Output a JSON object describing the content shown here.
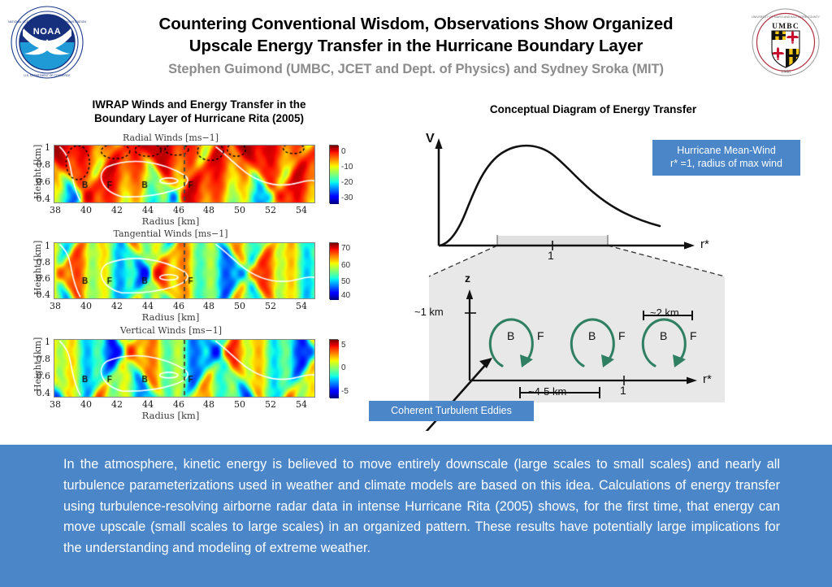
{
  "header": {
    "title_line1": "Countering Conventional Wisdom, Observations Show Organized",
    "title_line2": "Upscale Energy Transfer in the Hurricane Boundary Layer",
    "authors": "Stephen Guimond (UMBC, JCET and Dept. of Physics) and Sydney Sroka (MIT)",
    "noaa_logo_alt": "NOAA",
    "noaa_ring_top": "NATIONAL OCEANIC AND ATMOSPHERIC ADMINISTRATION",
    "noaa_ring_bottom": "U.S. DEPARTMENT OF COMMERCE",
    "umbc_logo_alt": "UMBC",
    "umbc_ring_top": "UNIVERSITY OF MARYLAND BALTIMORE COUNTY",
    "umbc_year": "1966"
  },
  "left_section": {
    "heading_line1": "IWRAP Winds and Energy Transfer in the",
    "heading_line2": "Boundary Layer of Hurricane Rita (2005)"
  },
  "right_section": {
    "heading": "Conceptual Diagram of Energy Transfer"
  },
  "chart_data": [
    {
      "type": "heatmap",
      "title": "Radial Winds [ms−1]",
      "xlabel": "Radius [km]",
      "ylabel": "Height [km]",
      "xlim": [
        38,
        55
      ],
      "ylim": [
        0.4,
        1.0
      ],
      "xticks": [
        "38",
        "40",
        "42",
        "44",
        "46",
        "48",
        "50",
        "52",
        "54"
      ],
      "yticks": [
        "1",
        "0.8",
        "0.6",
        "0.4"
      ],
      "colorbar": {
        "ticks": [
          "0",
          "-10",
          "-20",
          "-30"
        ],
        "vmin": -30,
        "vmax": 3,
        "colormap": "jet"
      },
      "annotations": [
        "B",
        "F",
        "B",
        "F"
      ],
      "annotation_x": [
        40.0,
        41.6,
        43.9,
        46.9
      ],
      "annotation_y": 0.59,
      "marker_line_x": 46.5,
      "grid": false
    },
    {
      "type": "heatmap",
      "title": "Tangential Winds [ms−1]",
      "xlabel": "Radius [km]",
      "ylabel": "Height [km]",
      "xlim": [
        38,
        55
      ],
      "ylim": [
        0.4,
        1.0
      ],
      "xticks": [
        "38",
        "40",
        "42",
        "44",
        "46",
        "48",
        "50",
        "52",
        "54"
      ],
      "yticks": [
        "1",
        "0.8",
        "0.6",
        "0.4"
      ],
      "colorbar": {
        "ticks": [
          "70",
          "60",
          "50",
          "40"
        ],
        "vmin": 40,
        "vmax": 70,
        "colormap": "jet"
      },
      "annotations": [
        "B",
        "F",
        "B",
        "F"
      ],
      "annotation_x": [
        40.0,
        41.6,
        43.9,
        46.9
      ],
      "annotation_y": 0.59,
      "marker_line_x": 46.5,
      "grid": false
    },
    {
      "type": "heatmap",
      "title": "Vertical Winds [ms−1]",
      "xlabel": "Radius [km]",
      "ylabel": "Height [km]",
      "xlim": [
        38,
        55
      ],
      "ylim": [
        0.4,
        1.0
      ],
      "xticks": [
        "38",
        "40",
        "42",
        "44",
        "46",
        "48",
        "50",
        "52",
        "54"
      ],
      "yticks": [
        "1",
        "0.8",
        "0.6",
        "0.4"
      ],
      "colorbar": {
        "ticks": [
          "5",
          "0",
          "-5"
        ],
        "vmin": -5,
        "vmax": 5,
        "colormap": "jet"
      },
      "annotations": [
        "B",
        "F",
        "B",
        "F"
      ],
      "annotation_x": [
        40.0,
        41.6,
        43.9,
        46.9
      ],
      "annotation_y": 0.59,
      "marker_line_x": 46.5,
      "grid": false
    }
  ],
  "diagram": {
    "v_axis_label": "V",
    "r_axis_label": "r*",
    "r_tick_label": "1",
    "callout_mean_wind_line1": "Hurricane Mean-Wind",
    "callout_mean_wind_line2": "r* =1, radius of max wind",
    "callout_eddies": "Coherent Turbulent Eddies",
    "z_axis_label": "z",
    "height_label": "~1 km",
    "eddy_width_label": "~2 km",
    "eddy_spacing_label": "~4-5 km",
    "inset_r_axis_label": "r*",
    "inset_r_tick_label": "1",
    "eddy_labels": [
      {
        "back": "B",
        "front": "F"
      },
      {
        "back": "B",
        "front": "F"
      },
      {
        "back": "B",
        "front": "F"
      }
    ]
  },
  "abstract": {
    "text": "In the atmosphere, kinetic energy is believed to move entirely downscale (large scales to small scales) and nearly all turbulence parameterizations used in weather and climate models are based on this idea. Calculations of energy transfer using turbulence-resolving airborne radar data in intense Hurricane Rita (2005) shows, for the first time, that energy can move upscale (small scales to large scales) in an organized pattern. These results have potentially large implications for the understanding and modeling of extreme weather."
  },
  "colors": {
    "accent_blue": "#4a86c8",
    "eddy_green": "#2f7f62",
    "author_gray": "#8c8c8c",
    "inset_bg": "#e8e8e8"
  }
}
